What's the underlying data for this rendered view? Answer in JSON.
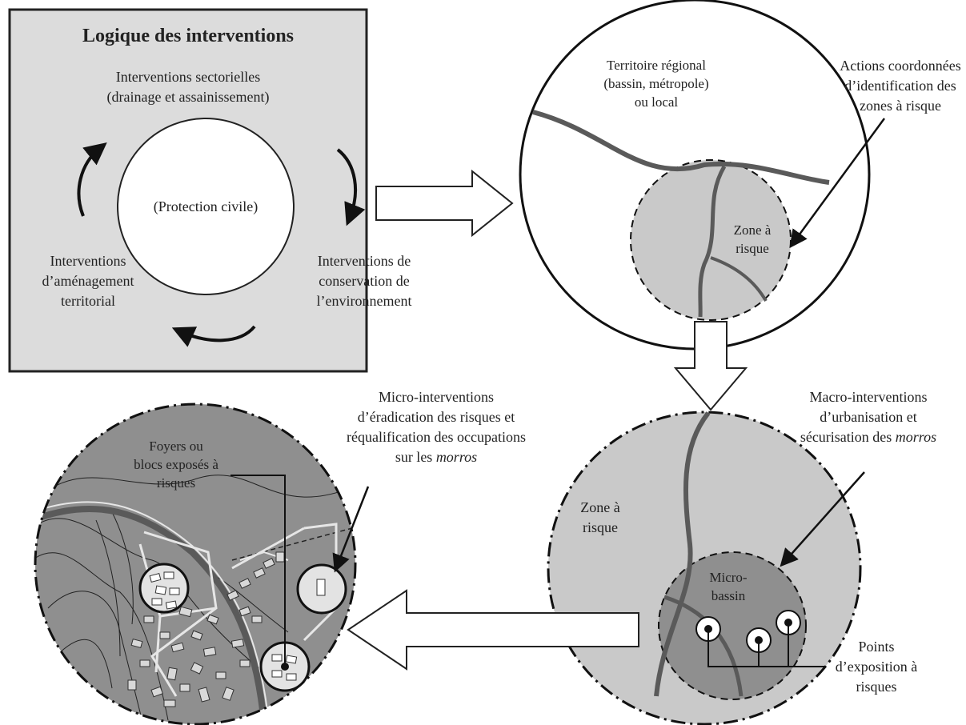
{
  "logic_box": {
    "title": "Logique des interventions",
    "top_line1": "Interventions sectorielles",
    "top_line2": "(drainage et assainissement)",
    "center": "(Protection civile)",
    "left_line1": "Interventions",
    "left_line2": "d’aménagement",
    "left_line3": "territorial",
    "right_line1": "Interventions de",
    "right_line2": "conservation de",
    "right_line3": "l’environnement"
  },
  "territory": {
    "line1": "Territoire régional",
    "line2": "(bassin, métropole)",
    "line3": "ou local",
    "zone_line1": "Zone à",
    "zone_line2": "risque"
  },
  "actions": {
    "line1": "Actions  coordonnées",
    "line2": "d’identification des",
    "line3": "zones à risque"
  },
  "macro": {
    "line1": "Macro-interventions",
    "line2": "d’urbanisation et",
    "line3_prefix": "sécurisation des ",
    "line3_italic": "morros"
  },
  "zone2": {
    "line1": "Zone à",
    "line2": "risque",
    "micro_line1": "Micro-",
    "micro_line2": "bassin"
  },
  "points": {
    "line1": "Points",
    "line2": "d’exposition à",
    "line3": "risques"
  },
  "micro": {
    "line1": "Micro-interventions",
    "line2": "d’éradication des risques et",
    "line3": "réqualification des occupations",
    "line4_prefix": "sur les ",
    "line4_italic": "morros"
  },
  "foyers": {
    "line1": "Foyers ou",
    "line2": "blocs exposés à",
    "line3": "risques"
  },
  "colors": {
    "box_fill": "#dcdcdc",
    "zone_fill": "#c9c9c9",
    "dark_fill": "#8f8f8f",
    "river": "#5a5a5a",
    "building": "#d8d8d8"
  }
}
